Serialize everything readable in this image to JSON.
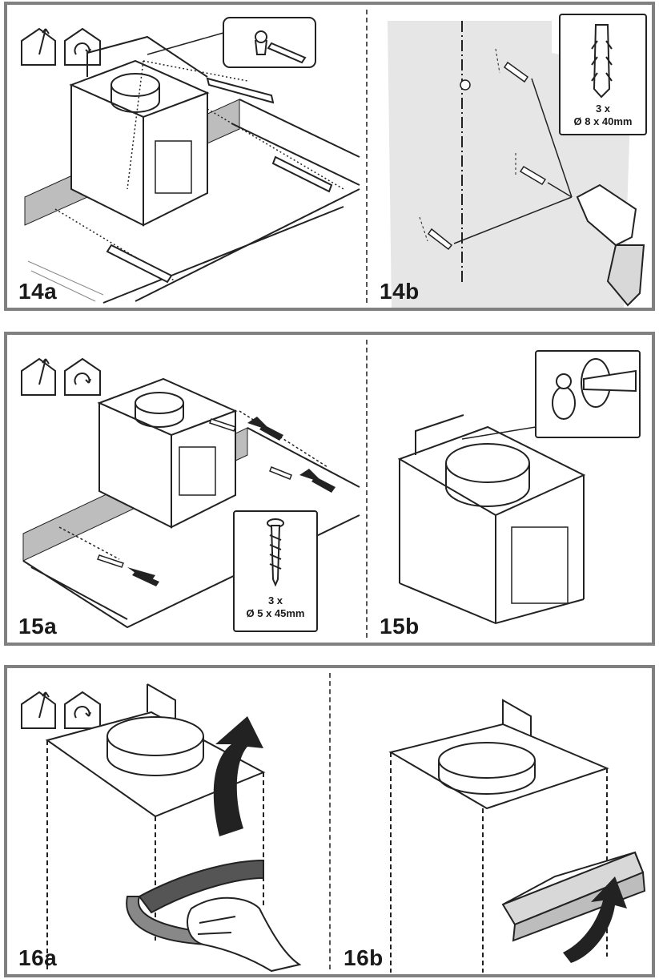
{
  "steps": [
    {
      "id": "14a",
      "label": "14a"
    },
    {
      "id": "14b",
      "label": "14b"
    },
    {
      "id": "15a",
      "label": "15a"
    },
    {
      "id": "15b",
      "label": "15b"
    },
    {
      "id": "16a",
      "label": "16a"
    },
    {
      "id": "16b",
      "label": "16b"
    }
  ],
  "specs": {
    "plug": {
      "qty": "3 x",
      "size": "Ø 8 x 40mm"
    },
    "screw": {
      "qty": "3 x",
      "size": "Ø 5 x 45mm"
    }
  },
  "icons": [
    "house-exhaust-icon",
    "house-recirculation-icon"
  ],
  "colors": {
    "frame": "#808080",
    "wall": "#e6e6e6",
    "shaded": "#bdbdbd",
    "line": "#222222"
  }
}
